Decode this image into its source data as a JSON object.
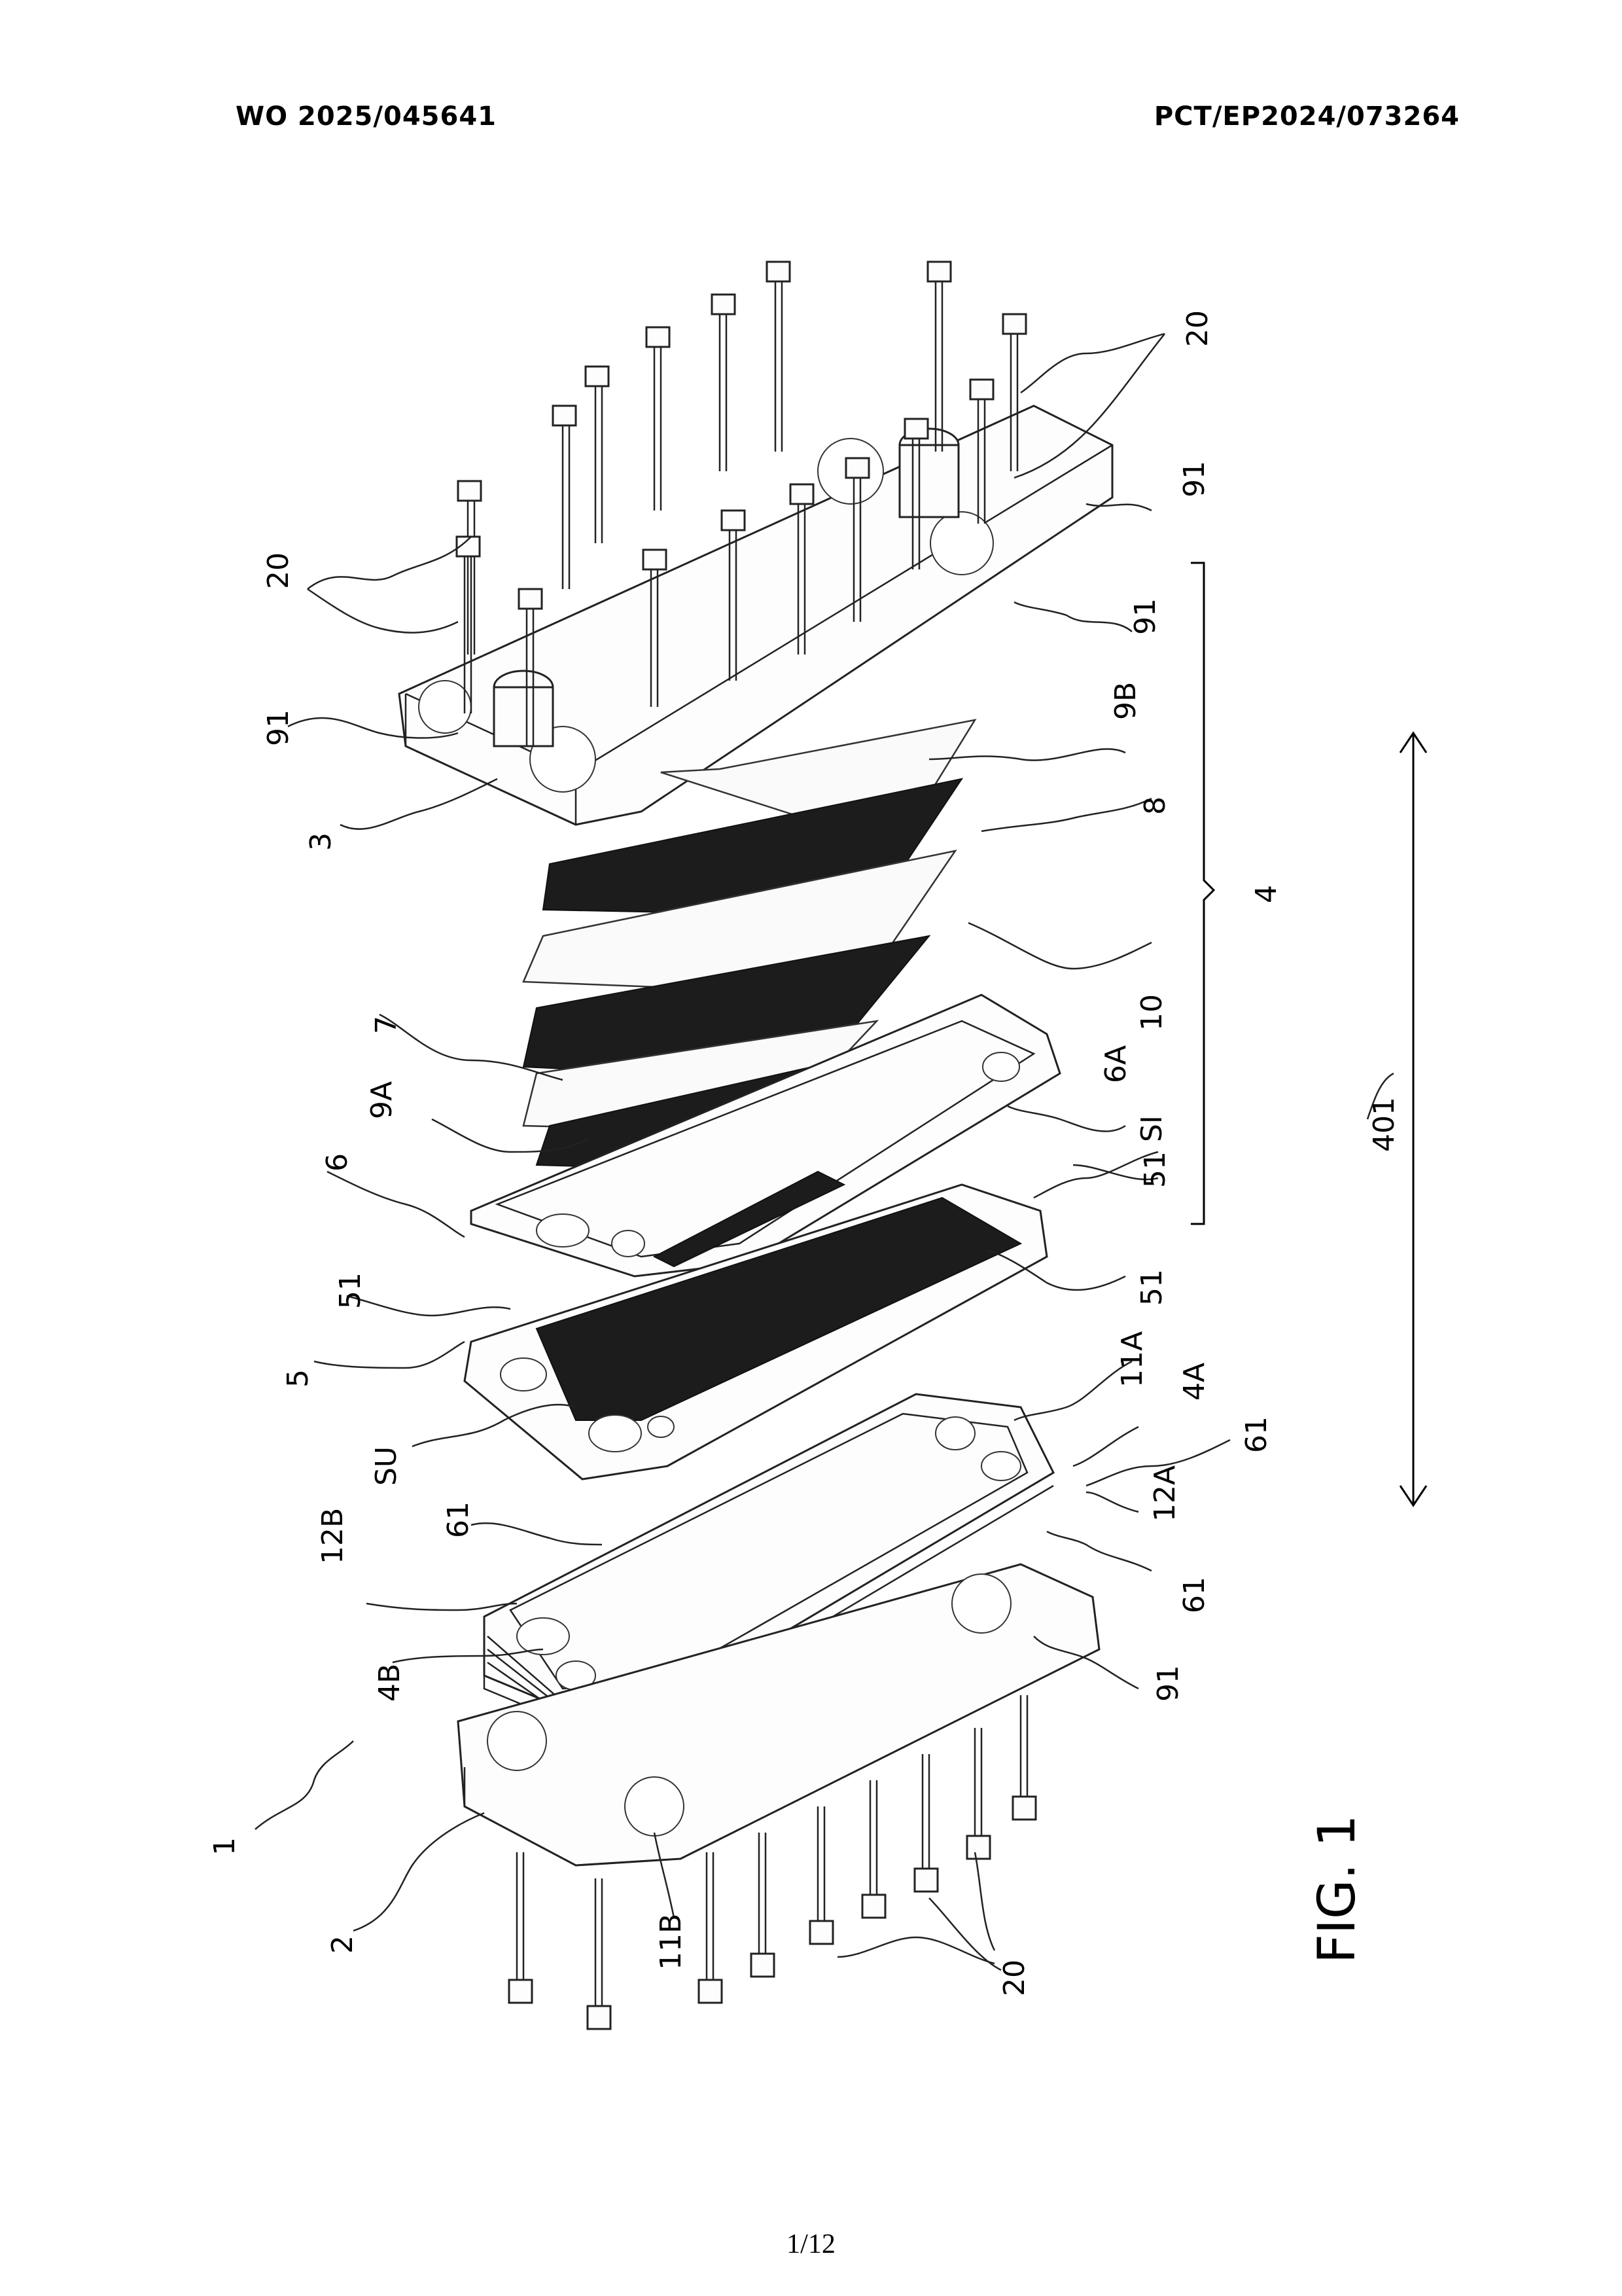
{
  "header": {
    "left": "WO 2025/045641",
    "right": "PCT/EP2024/073264"
  },
  "figure": {
    "caption": "FIG. 1",
    "labels": {
      "l1": "1",
      "l2": "2",
      "l3": "3",
      "l4": "4",
      "l4A": "4A",
      "l4B": "4B",
      "l5": "5",
      "l6": "6",
      "l6A": "6A",
      "l7": "7",
      "l8": "8",
      "l9A": "9A",
      "l9B": "9B",
      "l10": "10",
      "l11A": "11A",
      "l11B": "11B",
      "l12A": "12A",
      "l12B": "12B",
      "l20a": "20",
      "l20b": "20",
      "l20c": "20",
      "l51a": "51",
      "l51b": "51",
      "l51c": "51",
      "l61a": "61",
      "l61b": "61",
      "l61c": "61",
      "l91a": "91",
      "l91b": "91",
      "l91c": "91",
      "l91d": "91",
      "l401": "401",
      "lSU": "SU",
      "lSI": "SI"
    }
  },
  "footer": {
    "page": "1/12"
  }
}
